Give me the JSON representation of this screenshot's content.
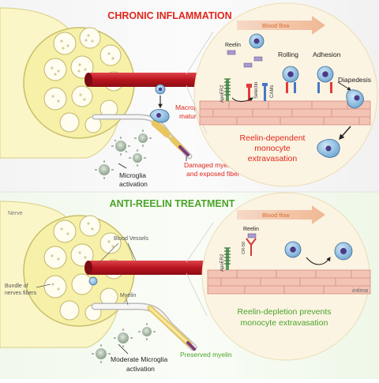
{
  "top": {
    "title": "CHRONIC INFLAMMATION",
    "title_color": "#e1261c",
    "blood_flow": "Blood flow",
    "reelin": "Reelin",
    "apoer2": "ApoER2",
    "selectin": "Selectin",
    "cams": "CAMs",
    "rolling": "Rolling",
    "adhesion": "Adhesion",
    "diapedesis": "Diapedesis",
    "caption_line1": "Reelin-dependent",
    "caption_line2": "monocyte",
    "caption_line3": "extravasation",
    "macrophage_line1": "Macrophage",
    "macrophage_line2": "maturation",
    "microglia_line1": "Microglia",
    "microglia_line2": "activation",
    "damaged_line1": "Damaged myelin",
    "damaged_line2": "and exposed fiber"
  },
  "bottom": {
    "title": "ANTI-REELIN TREATMENT",
    "title_color": "#4ca32b",
    "blood_flow": "Blood flow",
    "reelin": "Reelin",
    "cr50": "CR-50",
    "apoer2": "ApoER2",
    "intima": "intima",
    "caption_line1": "Reelin-depletion prevents",
    "caption_line2": "monocyte extravasation",
    "nerve": "Nerve",
    "blood_vessels": "Blood Vessels",
    "bundle_line1": "Bundle of",
    "bundle_line2": "nerves fibers",
    "myelin": "Myelin",
    "moderate_line1": "Moderate Microglia",
    "moderate_line2": "activation",
    "preserved": "Preserved myelin"
  },
  "colors": {
    "red_text": "#e1261c",
    "green_text": "#4ca32b",
    "vessel": "#c8202a",
    "nerve_fill": "#f6f0a8",
    "bubble_fill": "#fbf4e2",
    "cell_blue": "#7fb6de"
  }
}
